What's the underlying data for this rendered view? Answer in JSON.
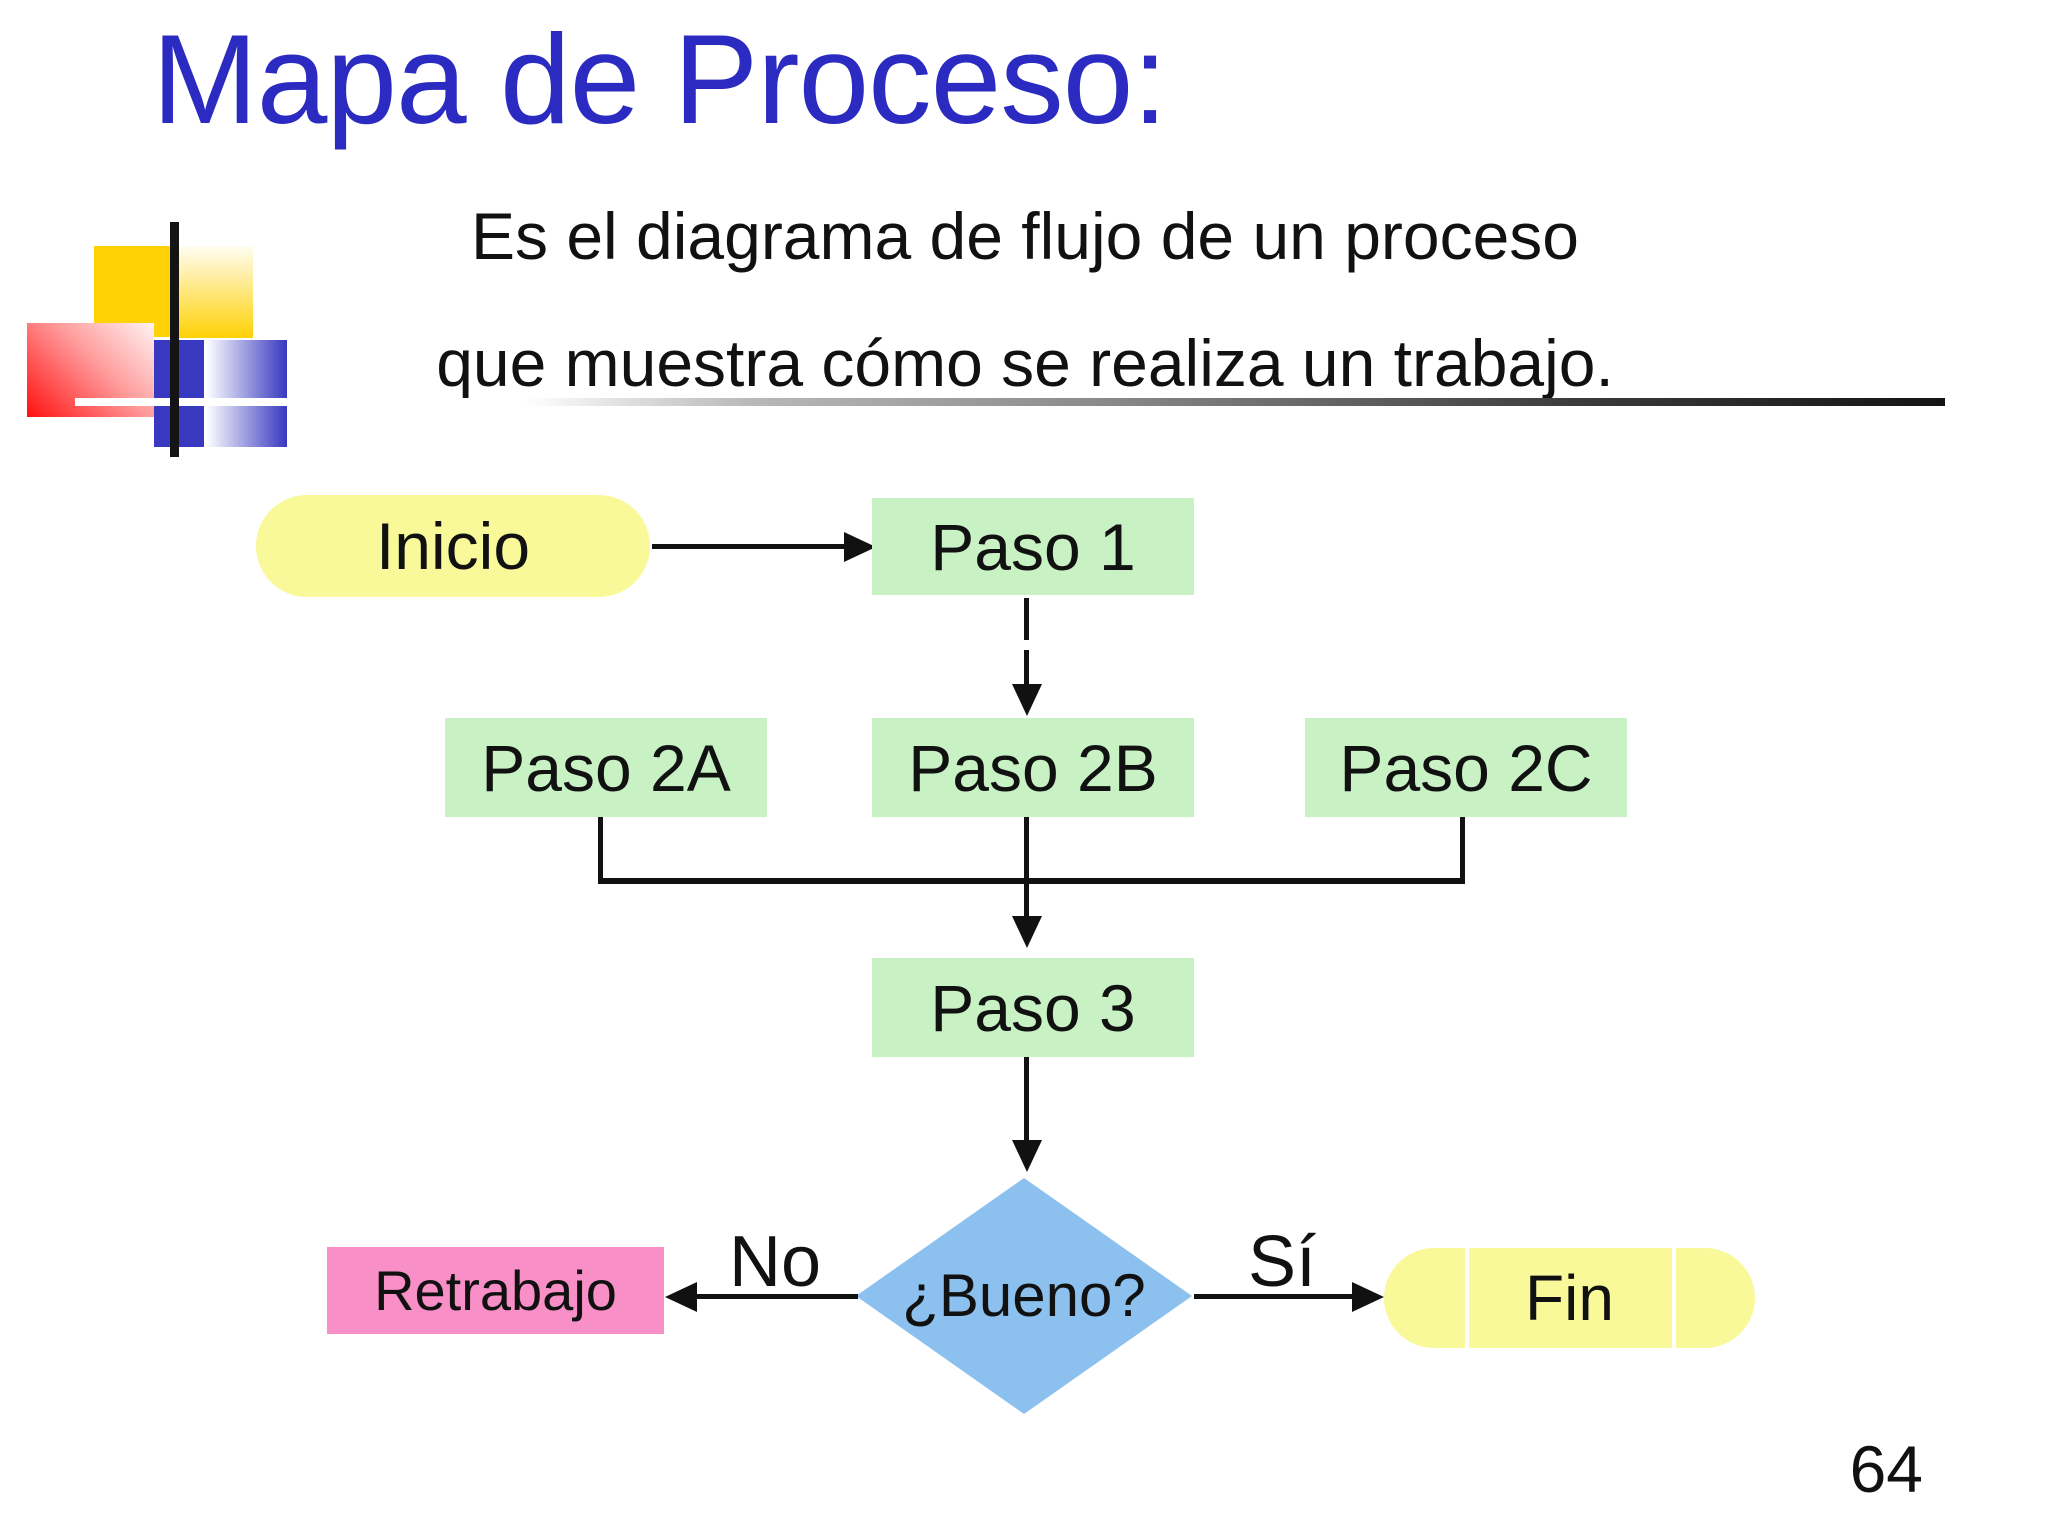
{
  "slide": {
    "title": "Mapa de Proceso:",
    "subtitle": {
      "line1": "Es el diagrama de flujo de un proceso",
      "line2": "que muestra cómo se realiza un trabajo."
    },
    "page_number": "64"
  },
  "flowchart": {
    "nodes": {
      "start": "Inicio",
      "step1": "Paso 1",
      "step2a": "Paso 2A",
      "step2b": "Paso 2B",
      "step2c": "Paso 2C",
      "step3": "Paso 3",
      "decision": "¿Bueno?",
      "rework": "Retrabajo",
      "end": "Fin"
    },
    "edge_labels": {
      "no": "No",
      "yes": "Sí"
    }
  },
  "colors": {
    "title_blue": "#2b2bc2",
    "node_green": "#c8f2c4",
    "terminator_yellow": "#f9f99a",
    "decision_blue": "#8cc0ef",
    "rework_pink": "#f98fc7",
    "logo_yellow": "#ffd206",
    "logo_red": "#ff1010",
    "logo_blue": "#3838c0"
  }
}
